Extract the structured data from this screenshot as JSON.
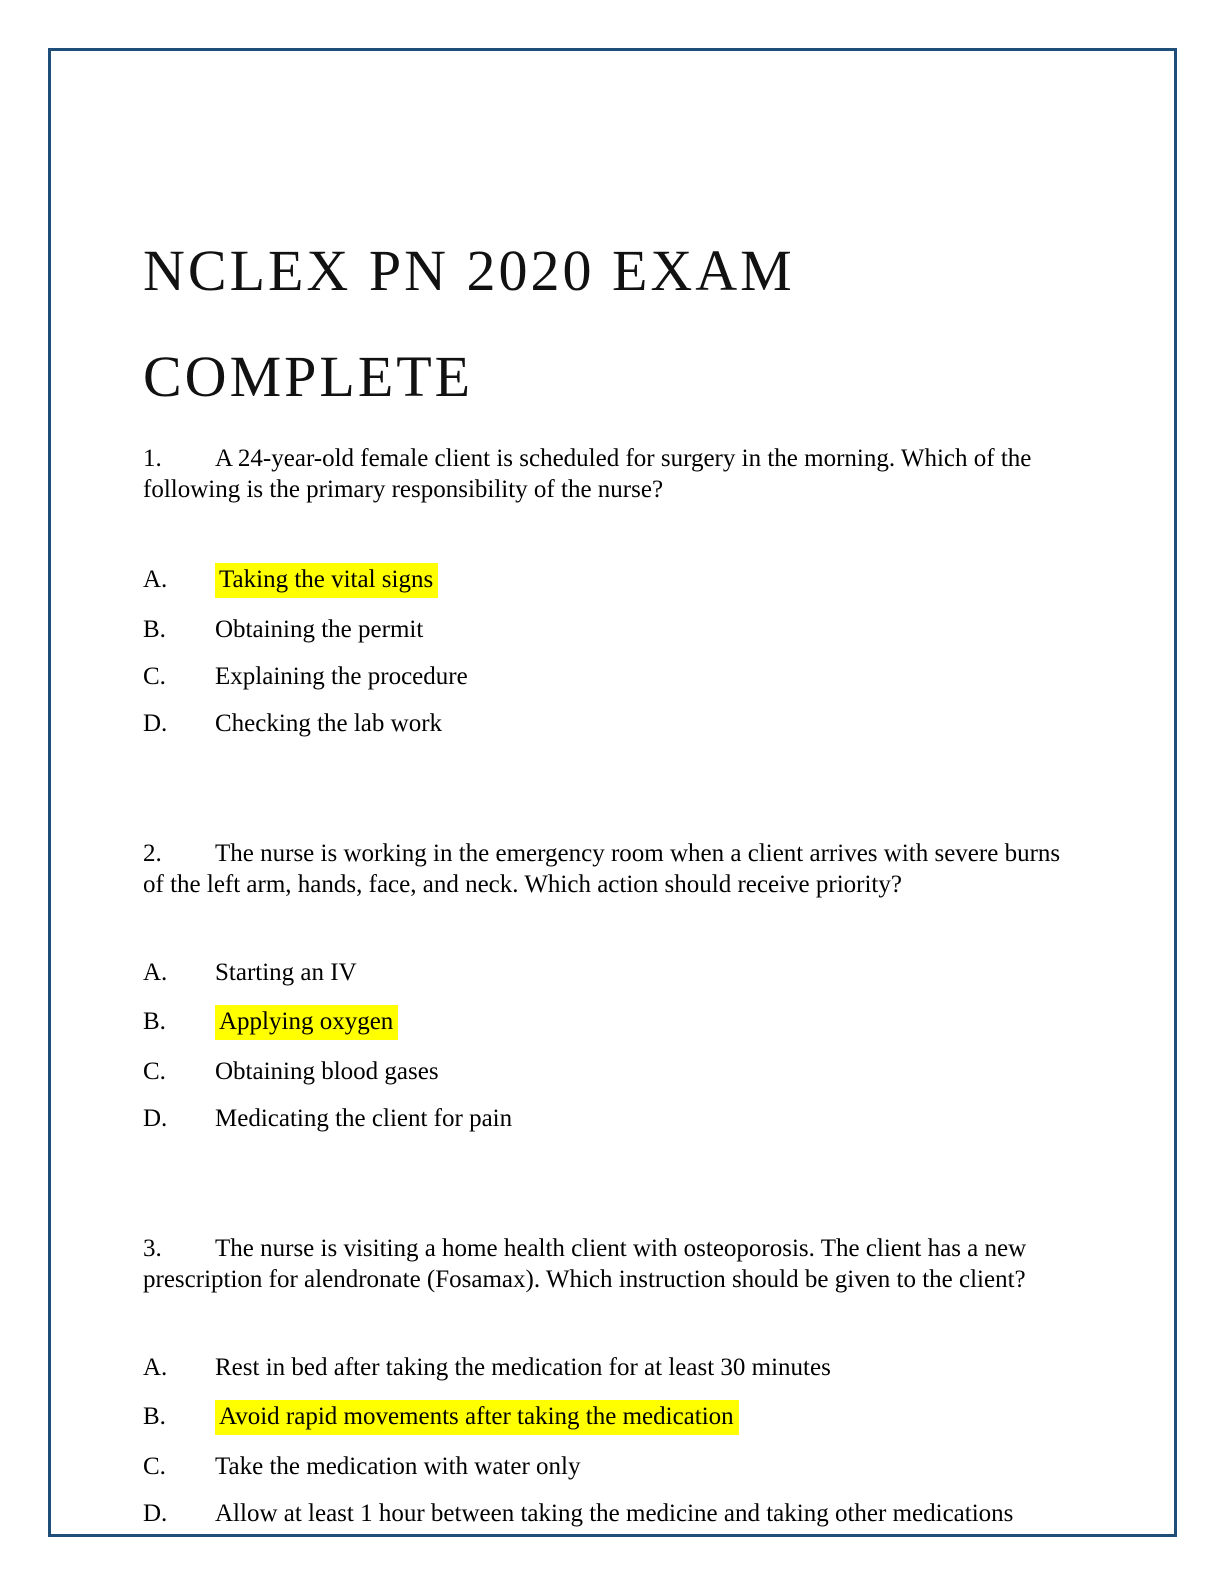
{
  "page": {
    "border_color": "#1F4E79",
    "highlight_color": "#FFFF00"
  },
  "title": {
    "full": "NCLEX PN 2020 EXAM COMPLETE",
    "lines": [
      "NCLEX PN 2020 EXAM",
      "COMPLETE"
    ]
  },
  "questions": [
    {
      "number": "1.",
      "text": "A 24-year-old female client is scheduled for surgery in the morning. Which of the following is the primary responsibility of the nurse?",
      "options": [
        {
          "letter": "A.",
          "text": "Taking the vital signs",
          "highlighted": true
        },
        {
          "letter": "B.",
          "text": "Obtaining the permit",
          "highlighted": false
        },
        {
          "letter": "C.",
          "text": "Explaining the procedure",
          "highlighted": false
        },
        {
          "letter": "D.",
          "text": "Checking the lab work",
          "highlighted": false
        }
      ]
    },
    {
      "number": "2.",
      "text": "The nurse is working in the emergency room when a client arrives with severe burns of the left arm, hands, face, and neck. Which action should receive priority?",
      "options": [
        {
          "letter": "A.",
          "text": "Starting an IV",
          "highlighted": false
        },
        {
          "letter": "B.",
          "text": "Applying oxygen",
          "highlighted": true
        },
        {
          "letter": "C.",
          "text": "Obtaining blood gases",
          "highlighted": false
        },
        {
          "letter": "D.",
          "text": "Medicating the client for pain",
          "highlighted": false
        }
      ]
    },
    {
      "number": "3.",
      "text": "The nurse is visiting a home health client with osteoporosis. The client has a new prescription for alendronate (Fosamax). Which instruction should be given to the client?",
      "options": [
        {
          "letter": "A.",
          "text": "Rest in bed after taking the medication for at least 30 minutes",
          "highlighted": false
        },
        {
          "letter": "B.",
          "text": "Avoid rapid movements after taking the medication",
          "highlighted": true
        },
        {
          "letter": "C.",
          "text": "Take the medication with water only",
          "highlighted": false
        },
        {
          "letter": "D.",
          "text": "Allow at least 1 hour between taking the medicine and taking other medications",
          "highlighted": false
        }
      ]
    }
  ]
}
